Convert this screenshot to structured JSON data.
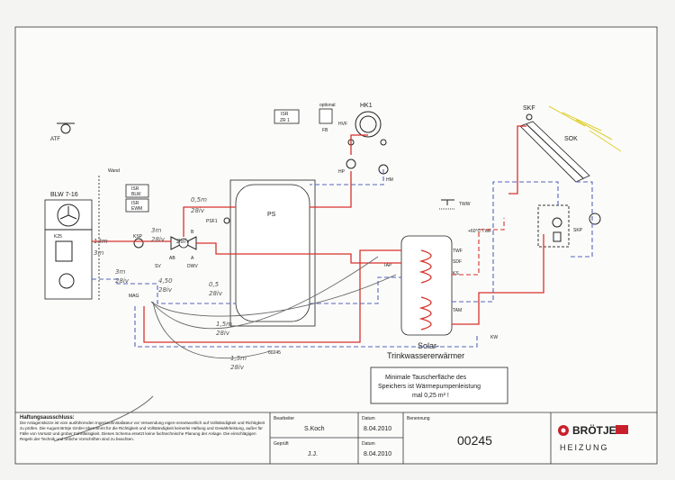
{
  "components": {
    "atf": "ATF",
    "wand": "Wand",
    "blw": "BLW 7-16",
    "k25": "K25",
    "isr_blw": [
      "ISR",
      "BLW"
    ],
    "isr_ewm": [
      "ISR",
      "EWM"
    ],
    "isr_zr": [
      "ISR",
      "ZR 1"
    ],
    "optional": "optional",
    "fb": "FB",
    "hk1": "HK1",
    "hvf": "HVF",
    "hp": "HP",
    "hm": "HM",
    "ps": "PS",
    "psf1": "PSF1",
    "b": "B",
    "ab": "AB",
    "a": "A",
    "dwv": "DWV",
    "ksp": "KSP",
    "sv": "SV",
    "mag": "MAG",
    "tww": "TWW",
    "twf": "TWF",
    "tap": "TAP",
    "sdf": "SDF",
    "ks": "KS",
    "tam": "TAM",
    "kw": "KW",
    "tww_mix": "+60°C TWF",
    "skf": "SKF",
    "sok": "SOK",
    "skp": "SKP",
    "code": "00245"
  },
  "tank_label": [
    "Solar-",
    "Trinkwassererwärmer"
  ],
  "handwriting": [
    "0,5m",
    "28iv",
    "3m",
    "28iv",
    "13m",
    "3m",
    "28iv",
    "3m",
    "28iv",
    "4,50",
    "28iv",
    "0,5",
    "28iv",
    "1,5m",
    "28iv",
    "1,5m",
    "28iv"
  ],
  "note": [
    "Minimale Tauscherfläche des",
    "Speichers ist Wärmepumpenleistung",
    "mal 0,25 m² !"
  ],
  "disclaimer": {
    "title": "Haftungsausschluss:",
    "body": "Die Anlagenskizze ist vom ausführenden Ingenieurinstallateur vor Verwendung eigen-verantwortlich auf Vollständigkeit und Richtigkeit zu prüfen. Die August Brötje GmbH übernimmt für die Richtigkeit und Vollständigkeit keinerlei Haftung und Gewährleistung, außer für Fälle von Vorsatz und grober Fahrlässigkeit. Dieses Schema ersetzt keine fachtechnische Planung der Anlage. Die einschlägigen Regeln der Technik und örtliche Vorschriften sind zu beachten."
  },
  "titleblock": {
    "bearbeiter_label": "Bearbeiter",
    "bearbeiter": "S.Koch",
    "datum_label": "Datum",
    "datum1": "8.04.2010",
    "geprueft_label": "Geprüft",
    "geprueft": "J.J.",
    "datum2": "8.04.2010",
    "benennung_label": "Benennung",
    "benennung": "00245"
  },
  "brand": {
    "name": "BRÖTJE",
    "sub": "HEIZUNG",
    "color": "#c8202a"
  }
}
